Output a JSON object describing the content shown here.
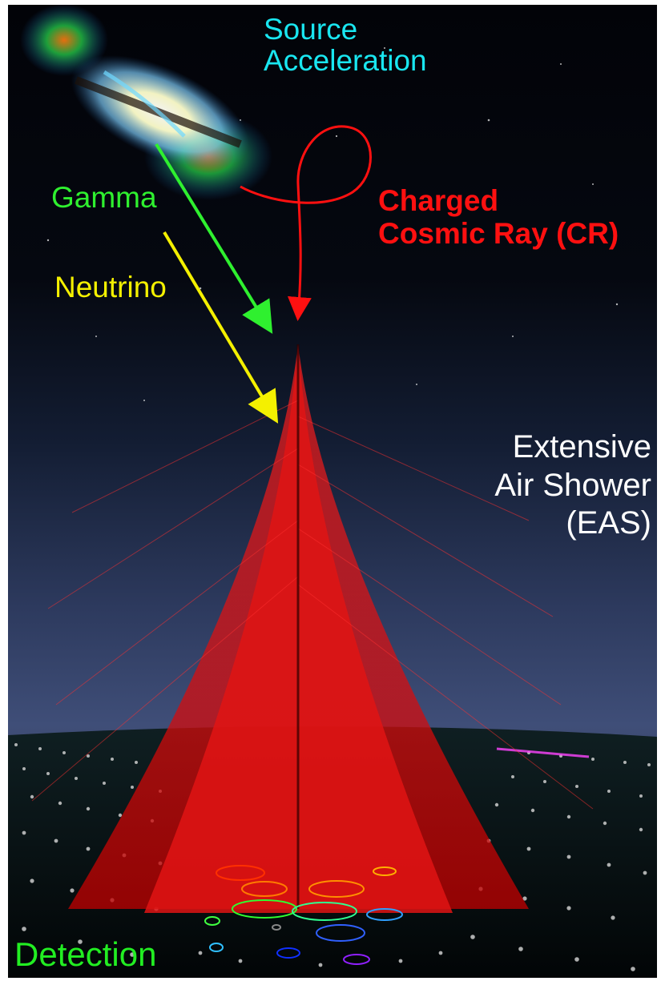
{
  "labels": {
    "source_line1": "Source",
    "source_line2": "Acceleration",
    "gamma": "Gamma",
    "neutrino": "Neutrino",
    "cr_line1": "Charged",
    "cr_line2": "Cosmic Ray (CR)",
    "eas_line1": "Extensive",
    "eas_line2": "Air Shower",
    "eas_line3": "(EAS)",
    "detection": "Detection"
  },
  "colors": {
    "source": "#19e6f0",
    "gamma": "#2ff02f",
    "neutrino": "#f4f000",
    "cosmic_ray": "#ff1010",
    "shower": "#d01010",
    "eas_text": "#ffffff",
    "detection": "#22ee22"
  }
}
